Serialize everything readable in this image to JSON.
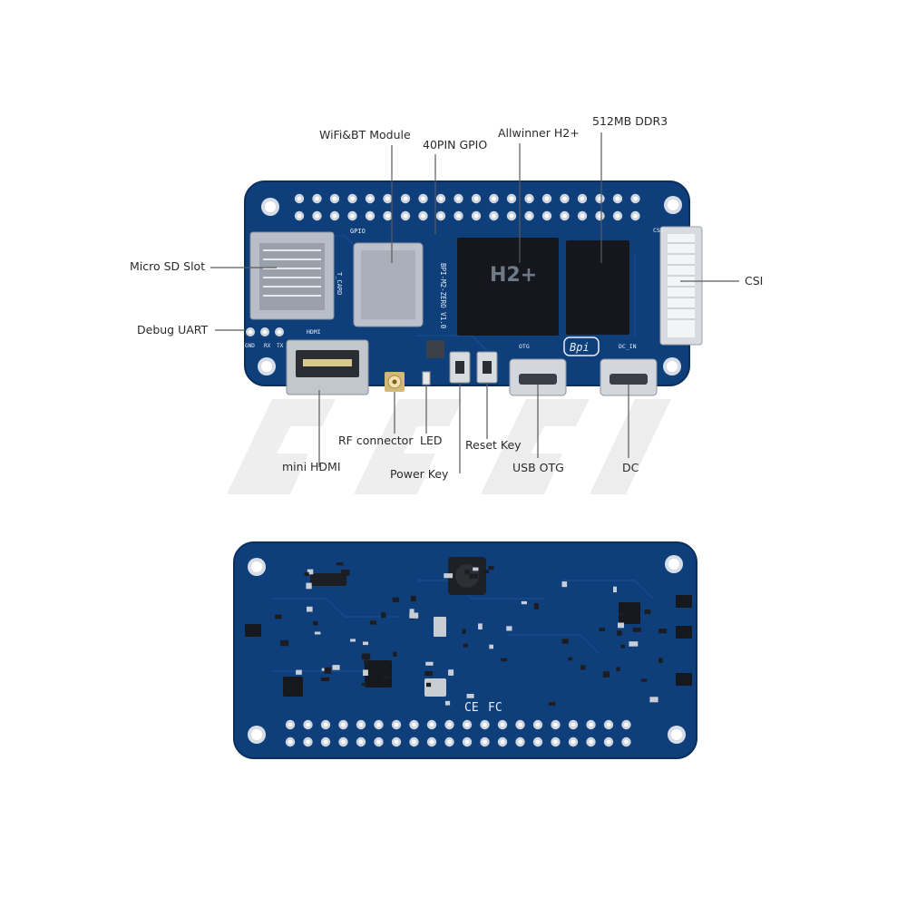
{
  "labels": {
    "wifi_bt": "WiFi&BT Module",
    "gpio_40pin": "40PIN GPIO",
    "soc": "Allwinner H2+",
    "ddr": "512MB DDR3",
    "micro_sd": "Micro SD Slot",
    "csi": "CSI",
    "debug_uart": "Debug UART",
    "rf_connector": "RF connector",
    "led": "LED",
    "reset_key": "Reset Key",
    "mini_hdmi": "mini HDMI",
    "power_key": "Power Key",
    "usb_otg": "USB OTG",
    "dc": "DC"
  },
  "silkscreen": {
    "board_name": "BPI-M2-ZERO V1.0",
    "tf_card": "T_CARD",
    "gpio": "GPIO",
    "hdmi": "HDMI",
    "gnd": "GND",
    "rx": "RX",
    "tx": "TX",
    "otg": "OTG",
    "dc_in": "DC_IN",
    "csi": "CSI",
    "logo": "Bpi",
    "soc_mark": "H2+",
    "ce_mark": "CE",
    "fcc_mark": "FC"
  },
  "colors": {
    "pcb": "#0f3f7a",
    "pcb_edge": "#0a2f5e",
    "label_text": "#2b2b2b",
    "leader_line": "#5a5a5a",
    "chip": "#15171c",
    "metal": "#c9ced6",
    "watermark": "#e9e9e9"
  },
  "icons": [
    "mounting-hole-icon",
    "ce-mark-icon",
    "fcc-mark-icon",
    "bpi-logo-icon"
  ]
}
